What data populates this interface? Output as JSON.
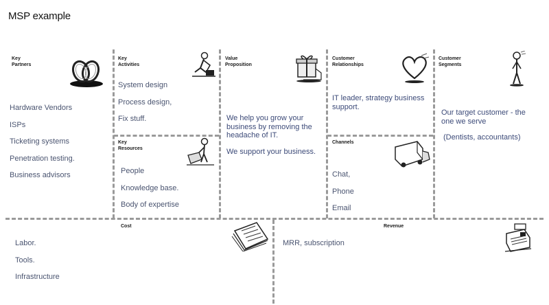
{
  "title": "MSP example",
  "key_partners": {
    "title": "Key\nPartners",
    "items": [
      "Hardware Vendors",
      "ISPs",
      "Ticketing systems",
      "Penetration testing.",
      "Business advisors"
    ]
  },
  "key_activities": {
    "title": "Key\nActivities",
    "items": [
      "System design",
      "Process design,",
      "Fix stuff."
    ]
  },
  "key_resources": {
    "title": "Key\nResources",
    "items": [
      "People",
      "Knowledge base.",
      "Body of expertise"
    ]
  },
  "value_proposition": {
    "title": "Value\nProposition",
    "lines": [
      "We help you grow your",
      "business by removing the",
      "headache of IT.",
      "We support your business."
    ]
  },
  "customer_relationships": {
    "title": "Customer\nRelationships",
    "lines": [
      "IT leader, strategy business",
      "support."
    ]
  },
  "channels": {
    "title": "Channels",
    "items": [
      "Chat,",
      "Phone",
      "Email"
    ]
  },
  "customer_segments": {
    "title": "Customer\nSegments",
    "lines": [
      "Our target customer - the",
      "one we serve",
      "(Dentists, accountants)"
    ]
  },
  "cost": {
    "title": "Cost",
    "items": [
      "Labor.",
      "Tools.",
      "Infrastructure"
    ]
  },
  "revenue": {
    "title": "Revenue",
    "items": [
      "MRR, subscription"
    ]
  },
  "icons": [
    "rings-icon",
    "worker-icon",
    "gift-icon",
    "heart-icon",
    "person-icon",
    "worker-with-box-icon",
    "truck-icon",
    "paper-stack-icon",
    "cash-register-icon"
  ]
}
